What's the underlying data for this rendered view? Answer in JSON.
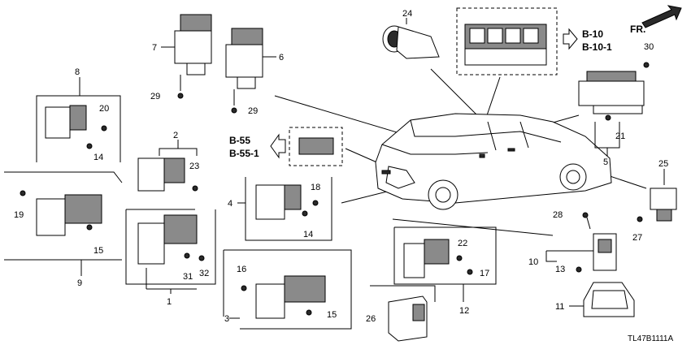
{
  "diagram": {
    "callouts": {
      "c1": "1",
      "c2": "2",
      "c3": "3",
      "c4": "4",
      "c5": "5",
      "c6": "6",
      "c7": "7",
      "c8": "8",
      "c9": "9",
      "c10": "10",
      "c11": "11",
      "c12": "12",
      "c13": "13",
      "c14a": "14",
      "c14b": "14",
      "c15a": "15",
      "c15b": "15",
      "c16": "16",
      "c17": "17",
      "c18": "18",
      "c19": "19",
      "c20": "20",
      "c21": "21",
      "c22": "22",
      "c23": "23",
      "c24": "24",
      "c25": "25",
      "c26": "26",
      "c27": "27",
      "c28": "28",
      "c29a": "29",
      "c29b": "29",
      "c30": "30",
      "c31": "31",
      "c32": "32"
    },
    "refs": {
      "b10": "B-10",
      "b10_1": "B-10-1",
      "b55": "B-55",
      "b55_1": "B-55-1"
    },
    "front_marker": "FR.",
    "part_code": "TL47B1111A"
  }
}
